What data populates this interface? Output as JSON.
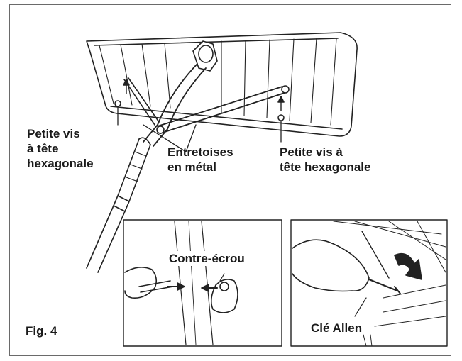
{
  "labels": {
    "screw_left_line1": "Petite vis",
    "screw_left_line2": "à tête",
    "screw_left_line3": "hexagonale",
    "spacers_line1": "Entretoises",
    "spacers_line2": "en métal",
    "screw_right_line1": "Petite vis à",
    "screw_right_line2": "tête hexagonale",
    "locknut": "Contre-écrou",
    "allen_key": "Clé Allen",
    "figure": "Fig. 4"
  }
}
